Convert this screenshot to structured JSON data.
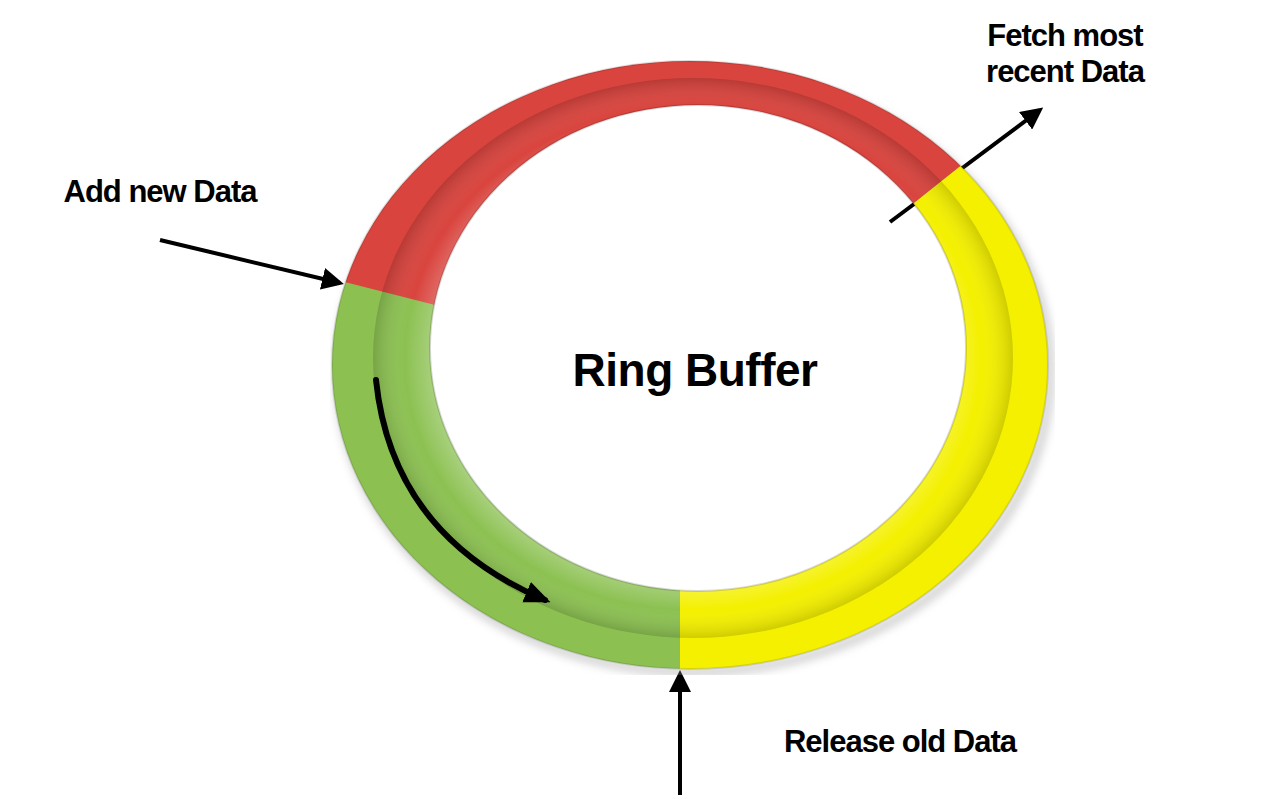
{
  "diagram": {
    "nodes": [
      {
        "text": [
          "Ring Buffer"
        ]
      }
    ],
    "labels": [
      "Add new Data",
      "Fetch most recent Data",
      "Release old Data"
    ]
  }
}
